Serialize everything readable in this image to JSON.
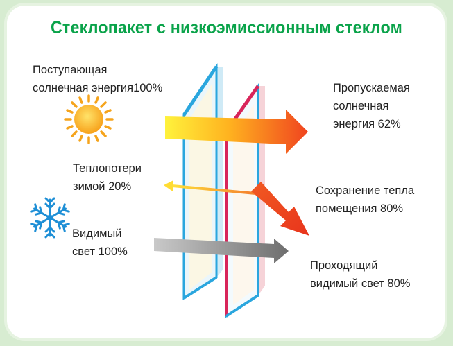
{
  "title": "Стеклопакет с низкоэмиссионным стеклом",
  "labels": {
    "incoming_solar": "Поступающая\nсолнечная энергия100%",
    "transmitted_solar": "Пропускаемая\nсолнечная\nэнергия 62%",
    "heat_loss": "Теплопотери\nзимой 20%",
    "heat_retained": "Сохранение тепла\nпомещения 80%",
    "visible_light_in": "Видимый\nсвет 100%",
    "visible_light_out": "Проходящий\nвидимый свет  80%"
  },
  "icons": [
    "sun-icon",
    "snowflake-icon"
  ],
  "colors": {
    "title": "#0aa34a",
    "glass_frame": "#2aa6de",
    "low_e_coating": "#d8255a",
    "solar_arrow": "#f05a22",
    "solar_arrow_start": "#ffe13a",
    "visible_arrow": "#7a7a7a"
  }
}
